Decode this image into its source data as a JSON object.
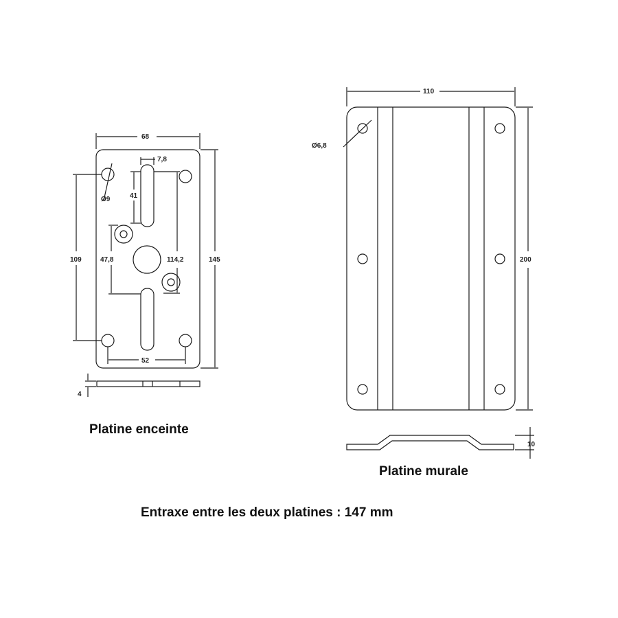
{
  "captions": {
    "enceinte": "Platine enceinte",
    "murale": "Platine murale",
    "entraxe": "Entraxe entre les deux platines : 147 mm"
  },
  "dimensions": {
    "enceinte": {
      "width": "68",
      "slot_width": "7,8",
      "slot_length": "41",
      "hole_diameter": "Ø9",
      "hole_spacing_vertical": "109",
      "center_spacing": "47,8",
      "diagonal": "114,2",
      "height": "145",
      "hole_spacing_horizontal": "52",
      "thickness": "4"
    },
    "murale": {
      "width": "110",
      "hole_diameter": "Ø6,8",
      "height": "200",
      "depth": "10"
    }
  },
  "colors": {
    "line": "#1a1a1a",
    "background": "#ffffff"
  }
}
